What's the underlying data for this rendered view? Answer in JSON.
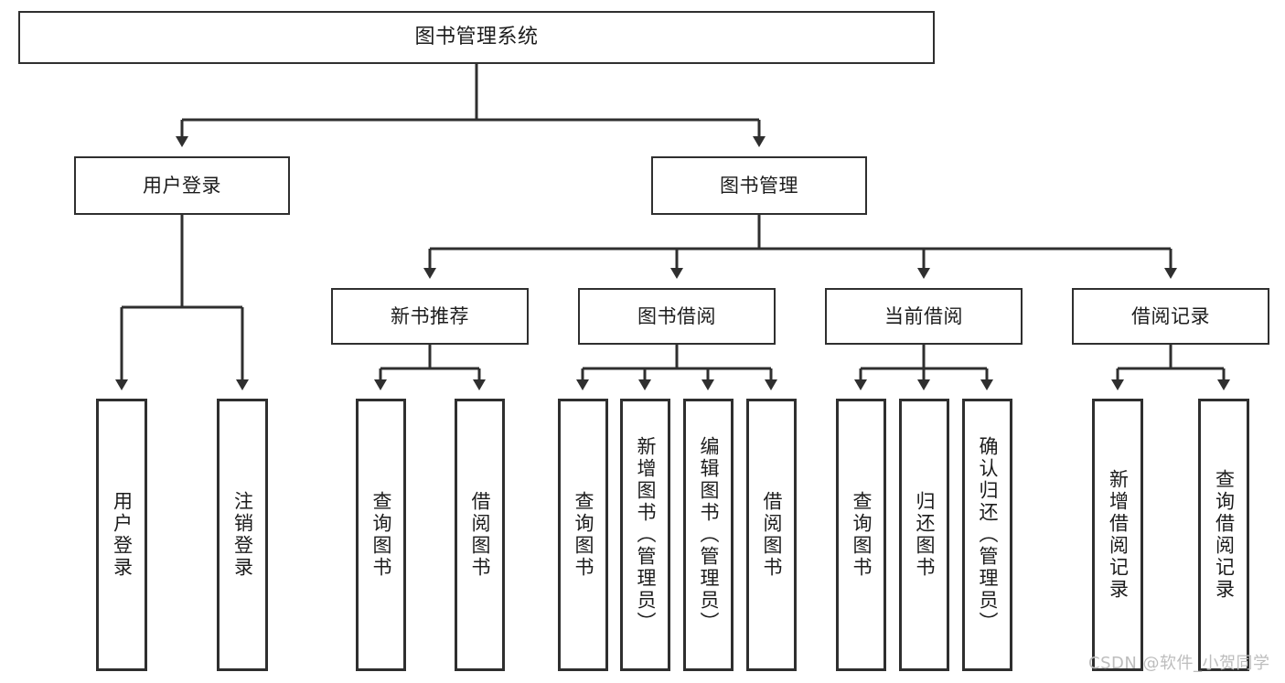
{
  "diagram": {
    "type": "tree",
    "title": "图书管理系统",
    "watermark": "CSDN @软件_小贺同学",
    "colors": {
      "box_border": "#2f2f2f",
      "box_fill": "#ffffff",
      "connector": "#2f2f2f",
      "text": "#1c1c1c",
      "watermark": "#bdbdbd",
      "background": "#ffffff"
    }
  },
  "nodes": {
    "root": {
      "label": "图书管理系统"
    },
    "level2": [
      {
        "label": "用户登录"
      },
      {
        "label": "图书管理"
      }
    ],
    "level3": [
      {
        "label": "新书推荐"
      },
      {
        "label": "图书借阅"
      },
      {
        "label": "当前借阅"
      },
      {
        "label": "借阅记录"
      }
    ],
    "leaves": {
      "user_login": [
        {
          "label": "用户登录"
        },
        {
          "label": "注销登录"
        }
      ],
      "new_book": [
        {
          "label": "查询图书"
        },
        {
          "label": "借阅图书"
        }
      ],
      "book_borrow": [
        {
          "label": "查询图书"
        },
        {
          "label": "新增图书（管理员）"
        },
        {
          "label": "编辑图书（管理员）"
        },
        {
          "label": "借阅图书"
        }
      ],
      "current_borrow": [
        {
          "label": "查询图书"
        },
        {
          "label": "归还图书"
        },
        {
          "label": "确认归还（管理员）"
        }
      ],
      "borrow_record": [
        {
          "label": "新增借阅记录"
        },
        {
          "label": "查询借阅记录"
        }
      ]
    }
  }
}
